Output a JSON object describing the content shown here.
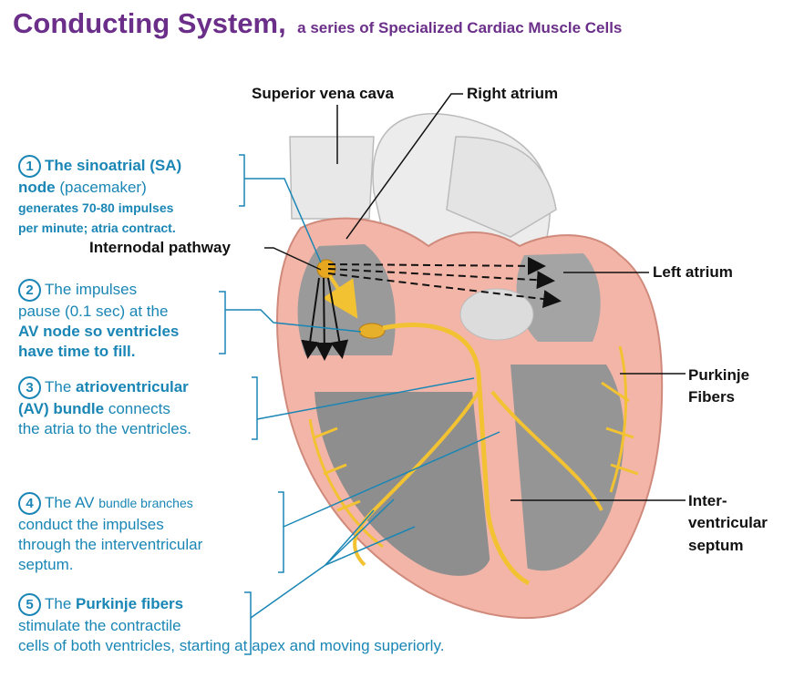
{
  "title": "Conducting System,",
  "subtitle": "a series of Specialized Cardiac Muscle Cells",
  "labels": {
    "svc": "Superior vena cava",
    "right_atrium": "Right atrium",
    "internodal": "Internodal pathway",
    "left_atrium": "Left atrium",
    "purkinje_1": "Purkinje",
    "purkinje_2": "Fibers",
    "septum_1": "Inter-",
    "septum_2": "ventricular",
    "septum_3": "septum"
  },
  "steps": [
    {
      "num": "1",
      "l1a": "The ",
      "l1b": "sinoatrial (SA)",
      "l2a": "node",
      "l2b": " (pacemaker)",
      "l3": "generates 70-80 impulses",
      "l4": "per minute; atria contract."
    },
    {
      "num": "2",
      "l1": "The impulses",
      "l2": "pause (0.1 sec) at the",
      "l3": "AV node so ventricles",
      "l4": "have time to fill."
    },
    {
      "num": "3",
      "l1a": "The ",
      "l1b": "atrioventricular",
      "l2a": "(AV) bundle",
      "l2b": " connects",
      "l3": "the atria to the ventricles."
    },
    {
      "num": "4",
      "l1a": "The AV ",
      "l1b": "bundle branches",
      "l2": "conduct the impulses",
      "l3": "through the interventricular",
      "l4": "septum."
    },
    {
      "num": "5",
      "l1a": "The ",
      "l1b": "Purkinje fibers",
      "l2": "stimulate the contractile",
      "l3": "cells of both ventricles, starting at apex and moving superiorly."
    }
  ],
  "colors": {
    "title": "#6b2f8a",
    "step_text": "#1a86b5",
    "pathway": "#f2c232",
    "myocardium": "#f2b5a8",
    "chamber": "#9a9a9a"
  }
}
